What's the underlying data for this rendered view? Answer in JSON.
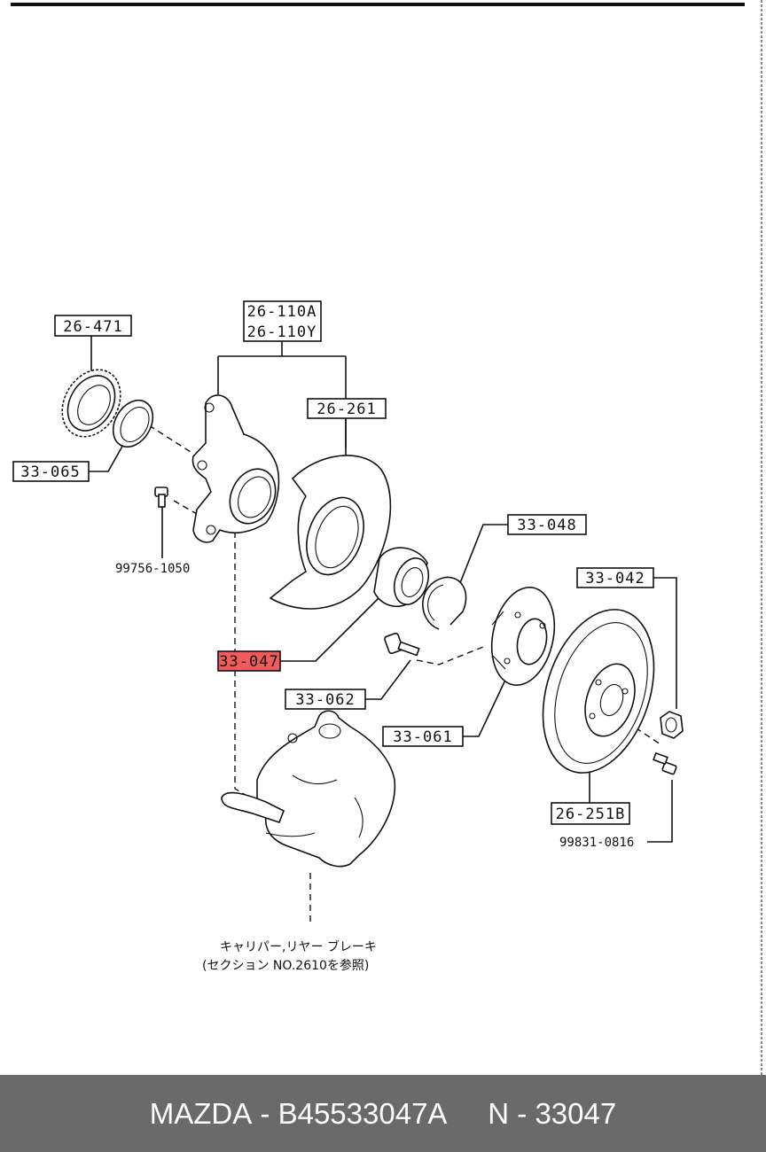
{
  "footer": {
    "brand": "MAZDA",
    "sep1": " - ",
    "part_number": "B45533047A",
    "gap": "     ",
    "ref": "N - 33047"
  },
  "labels": {
    "abs_ring": "26-471",
    "knuckle_a": "26-110A",
    "knuckle_y": "26-110Y",
    "dust_shield": "26-261",
    "oil_seal": "33-065",
    "snap_ring": "33-048",
    "hub_nut": "33-042",
    "bearing": "33-047",
    "hub_bolt": "33-062",
    "hub": "33-061",
    "disc": "26-251B"
  },
  "free_text": {
    "bolt_a": "99756-1050",
    "bolt_b": "99831-0816",
    "note_line1": "キャリパー,リヤー ブレーキ",
    "note_line2": "(セクション NO.2610を参照)"
  },
  "colors": {
    "highlight": "#f25b5b",
    "footer_bg": "#6a6a6a",
    "ink": "#111111"
  }
}
